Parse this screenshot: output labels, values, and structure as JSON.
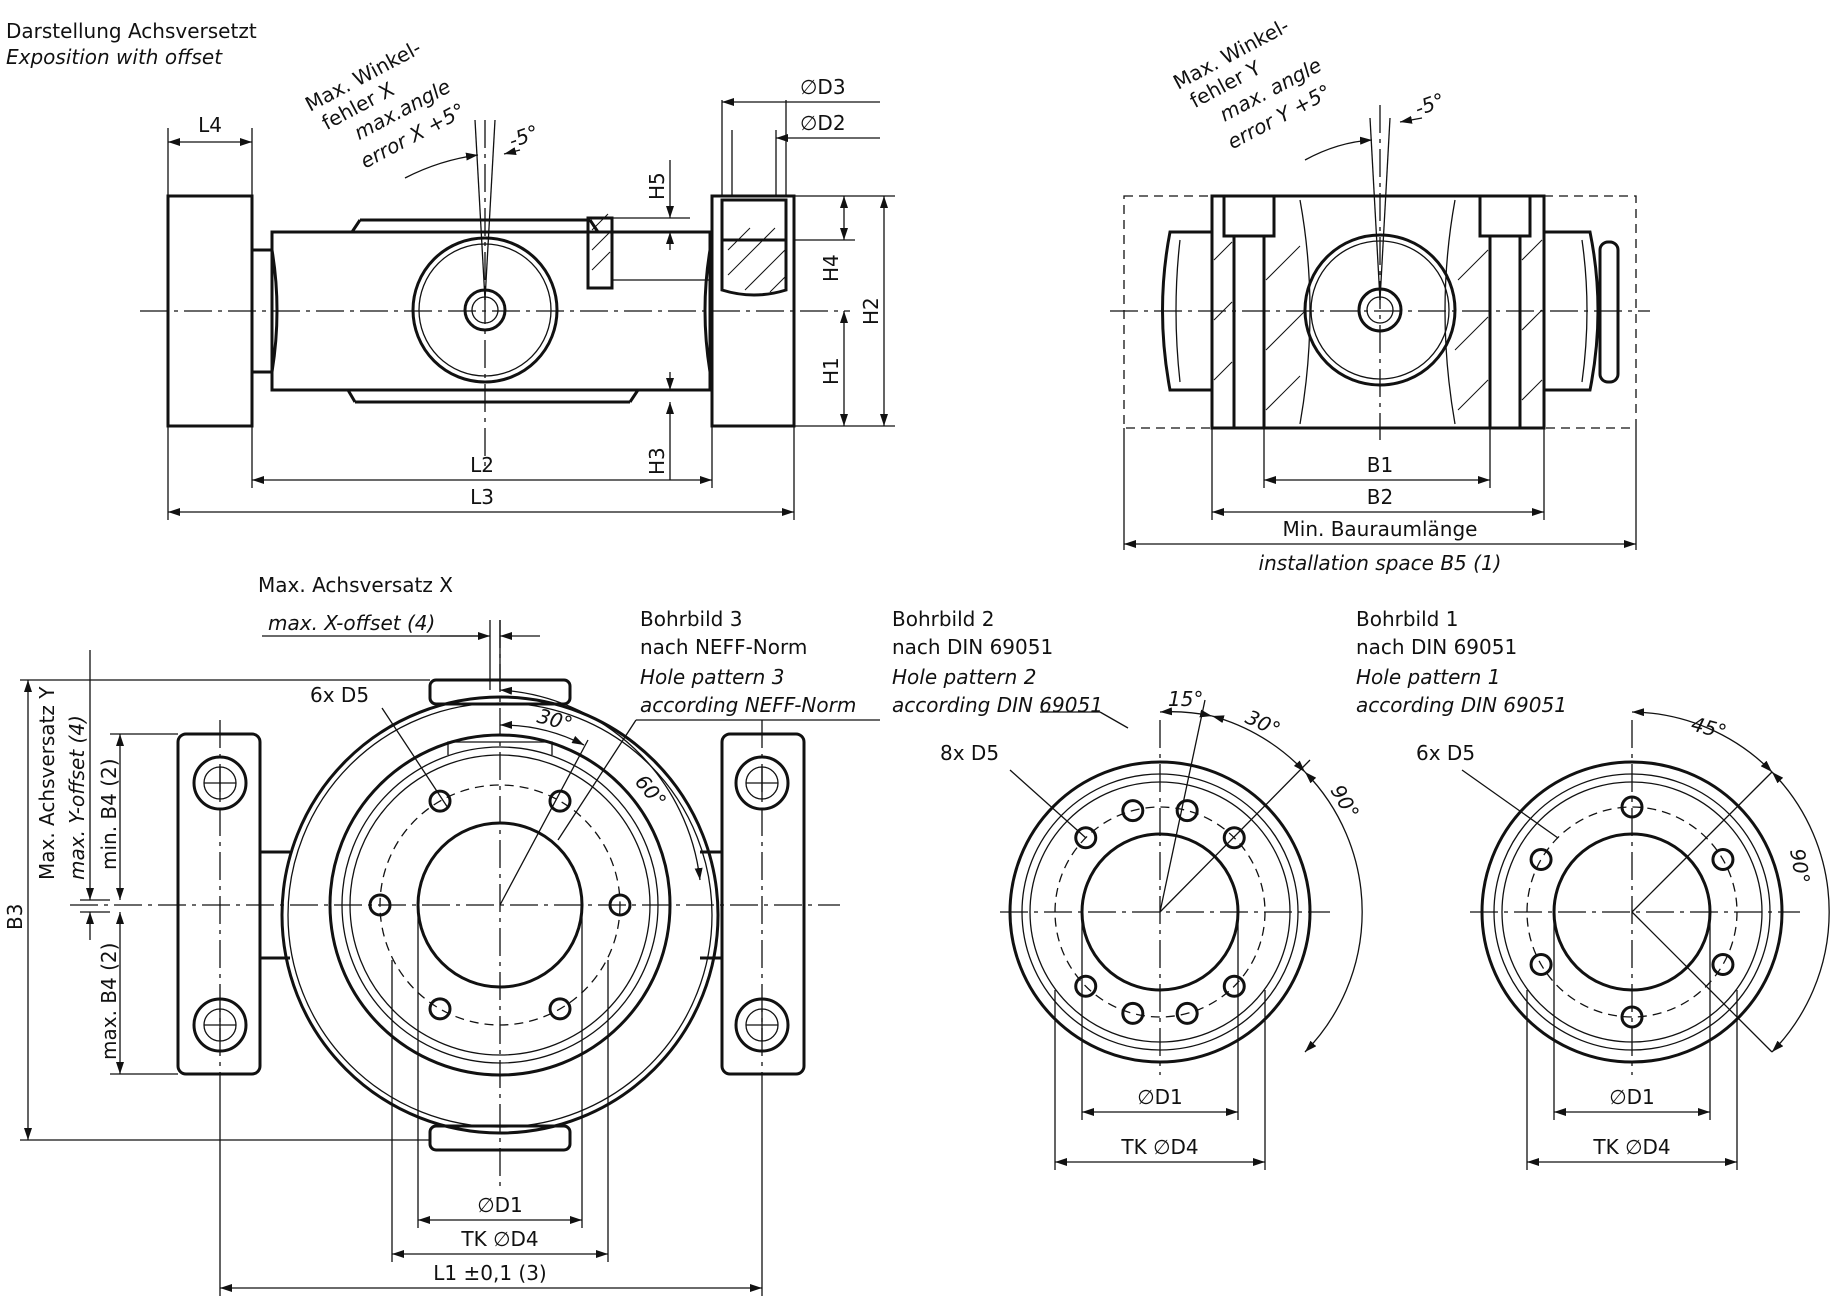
{
  "titles": {
    "de": "Darstellung Achsversetzt",
    "en": "Exposition with offset"
  },
  "angle_x": {
    "l1": "Max. Winkel-",
    "l2": "fehler X",
    "l3": "max.angle",
    "l4": "error X +5°",
    "minus": "-5°"
  },
  "angle_y": {
    "l1": "Max. Winkel-",
    "l2": "fehler Y",
    "l3": "max. angle",
    "l4": "error Y +5°",
    "minus": "-5°"
  },
  "dims_side": {
    "L4": "L4",
    "D3": "∅D3",
    "D2": "∅D2",
    "H5": "H5",
    "H4": "H4",
    "H2": "H2",
    "H1": "H1",
    "H3": "H3",
    "L2": "L2",
    "L3": "L3"
  },
  "dims_front": {
    "B1": "B1",
    "B2": "B2",
    "b5_de": "Min. Bauraumlänge",
    "b5_en": "installation space B5 (1)"
  },
  "offset_x": {
    "de": "Max. Achsversatz X",
    "en": "max. X-offset (4)"
  },
  "offset_y": {
    "de": "Max. Achsversatz Y",
    "en": "max. Y-offset (4)"
  },
  "dims_top": {
    "B3": "B3",
    "minB4": "min. B4 (2)",
    "maxB4": "max. B4 (2)",
    "holes": "6x D5",
    "a30": "30°",
    "a60": "60°",
    "D1": "∅D1",
    "TKD4": "TK ∅D4",
    "L1": "L1 ±0,1 (3)"
  },
  "pattern3": {
    "de1": "Bohrbild 3",
    "de2": "nach NEFF-Norm",
    "en1": "Hole pattern 3",
    "en2": "according NEFF-Norm"
  },
  "pattern2": {
    "de1": "Bohrbild 2",
    "de2": "nach DIN 69051",
    "en1": "Hole pattern 2",
    "en2": "according DIN 69051",
    "holes": "8x D5",
    "a15": "15°",
    "a30": "30°",
    "a90": "90°",
    "D1": "∅D1",
    "TKD4": "TK ∅D4"
  },
  "pattern1": {
    "de1": "Bohrbild 1",
    "de2": "nach DIN 69051",
    "en1": "Hole pattern 1",
    "en2": "according DIN 69051",
    "holes": "6x D5",
    "a45": "45°",
    "a90": "90°",
    "D1": "∅D1",
    "TKD4": "TK ∅D4"
  }
}
